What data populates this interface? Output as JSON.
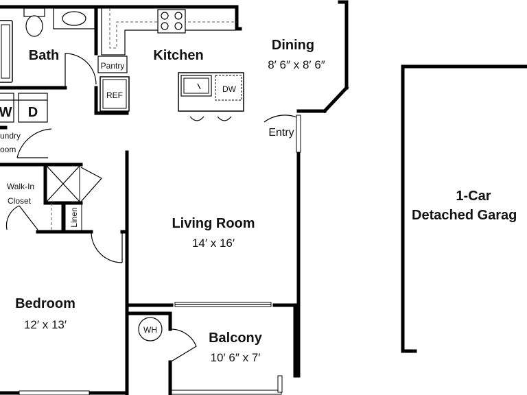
{
  "rooms": {
    "bath": {
      "name": "Bath"
    },
    "kitchen": {
      "name": "Kitchen"
    },
    "dining": {
      "name": "Dining",
      "size": "8′ 6″ x 8′ 6″"
    },
    "laundry": {
      "name_line1": "undry",
      "name_line2": "oom"
    },
    "walkin": {
      "name_line1": "Walk-In",
      "name_line2": "Closet"
    },
    "living": {
      "name": "Living Room",
      "size": "14′ x 16′"
    },
    "bedroom": {
      "name": "Bedroom",
      "size": "12′ x 13′"
    },
    "balcony": {
      "name": "Balcony",
      "size": "10′ 6″ x 7′"
    },
    "garage": {
      "name_line1": "1-Car",
      "name_line2": "Detached Garag"
    }
  },
  "fixtures": {
    "pantry": "Pantry",
    "ref": "REF",
    "dw": "DW",
    "washer": "W",
    "dryer": "D",
    "entry": "Entry",
    "linen": "Linen",
    "water_heater": "WH"
  }
}
